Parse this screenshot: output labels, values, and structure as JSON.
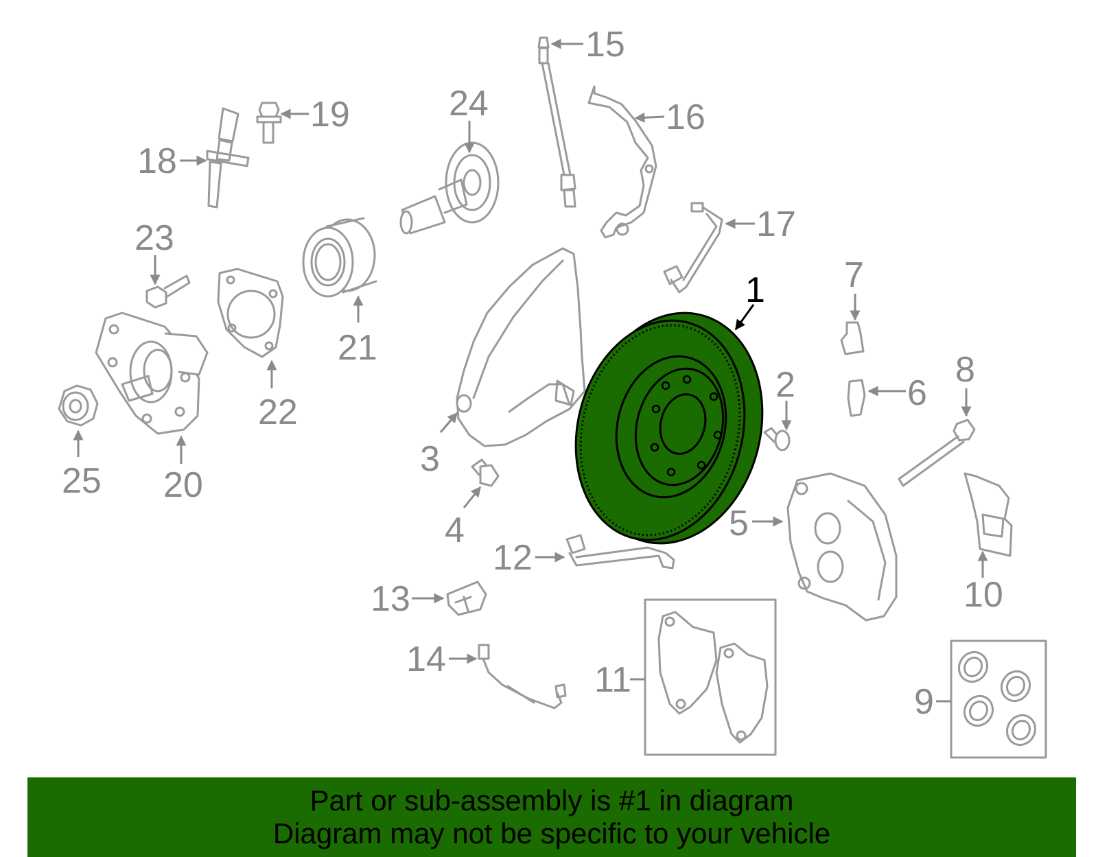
{
  "highlight": {
    "part_number": "1",
    "fill_color": "#1a6b00",
    "outline_color": "#000000"
  },
  "callouts": {
    "c1": "1",
    "c2": "2",
    "c3": "3",
    "c4": "4",
    "c5": "5",
    "c6": "6",
    "c7": "7",
    "c8": "8",
    "c9": "9",
    "c10": "10",
    "c11": "11",
    "c12": "12",
    "c13": "13",
    "c14": "14",
    "c15": "15",
    "c16": "16",
    "c17": "17",
    "c18": "18",
    "c19": "19",
    "c20": "20",
    "c21": "21",
    "c22": "22",
    "c23": "23",
    "c24": "24",
    "c25": "25"
  },
  "banner": {
    "line1": "Part or sub-assembly is #1 in diagram",
    "line2": "Diagram may not be specific to your vehicle",
    "background": "#1a6b00"
  }
}
